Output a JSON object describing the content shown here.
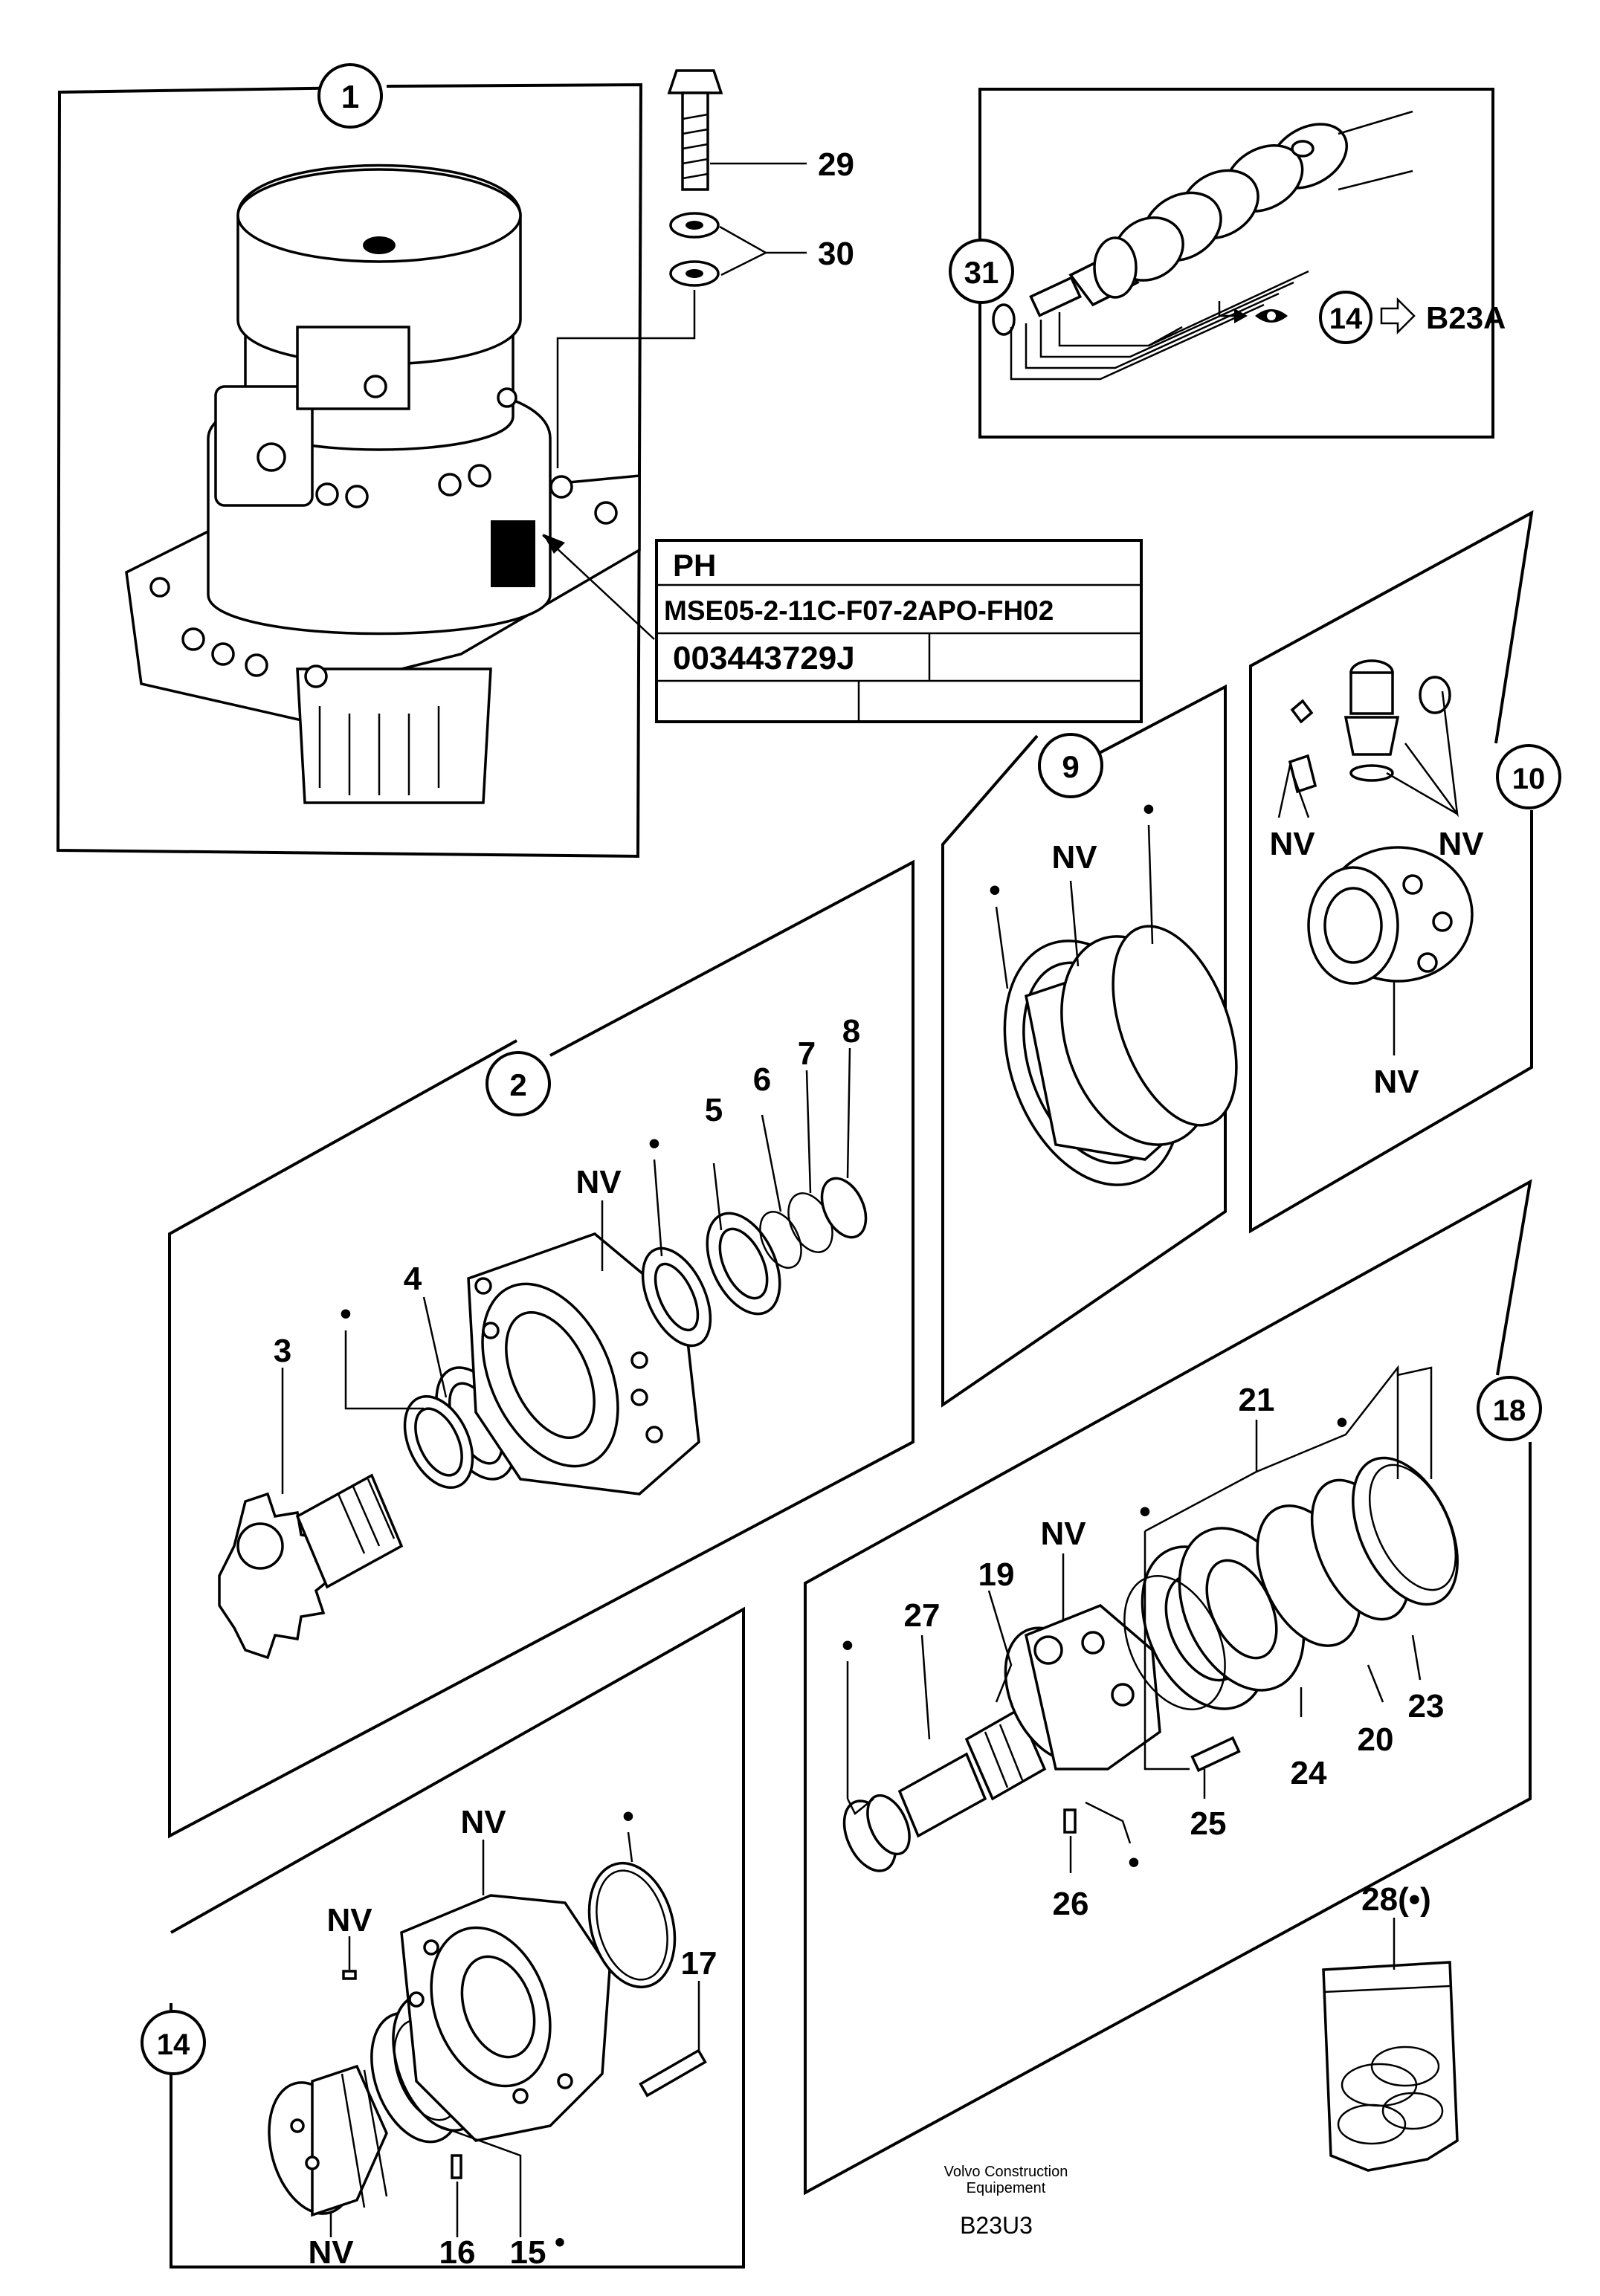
{
  "callouts": {
    "c1": "1",
    "c2": "2",
    "c9": "9",
    "c10": "10",
    "c14": "14",
    "c18": "18",
    "c31": "31",
    "c14ref": "14"
  },
  "parts": {
    "p3": "3",
    "p4": "4",
    "p5": "5",
    "p6": "6",
    "p7": "7",
    "p8": "8",
    "p15": "15",
    "p16": "16",
    "p17": "17",
    "p19": "19",
    "p20": "20",
    "p21": "21",
    "p23": "23",
    "p24": "24",
    "p25": "25",
    "p26": "26",
    "p27": "27",
    "p28": "28(•)",
    "p29": "29",
    "p30": "30"
  },
  "nv": "NV",
  "dot": "•",
  "nameplate": {
    "row1": "PH",
    "row2": "MSE05-2-11C-F07-2APO-FH02",
    "row3": "003443729J"
  },
  "reference": "B23A",
  "footer": {
    "company_line1": "Volvo Construction",
    "company_line2": "Equipement",
    "code": "B23U3"
  }
}
